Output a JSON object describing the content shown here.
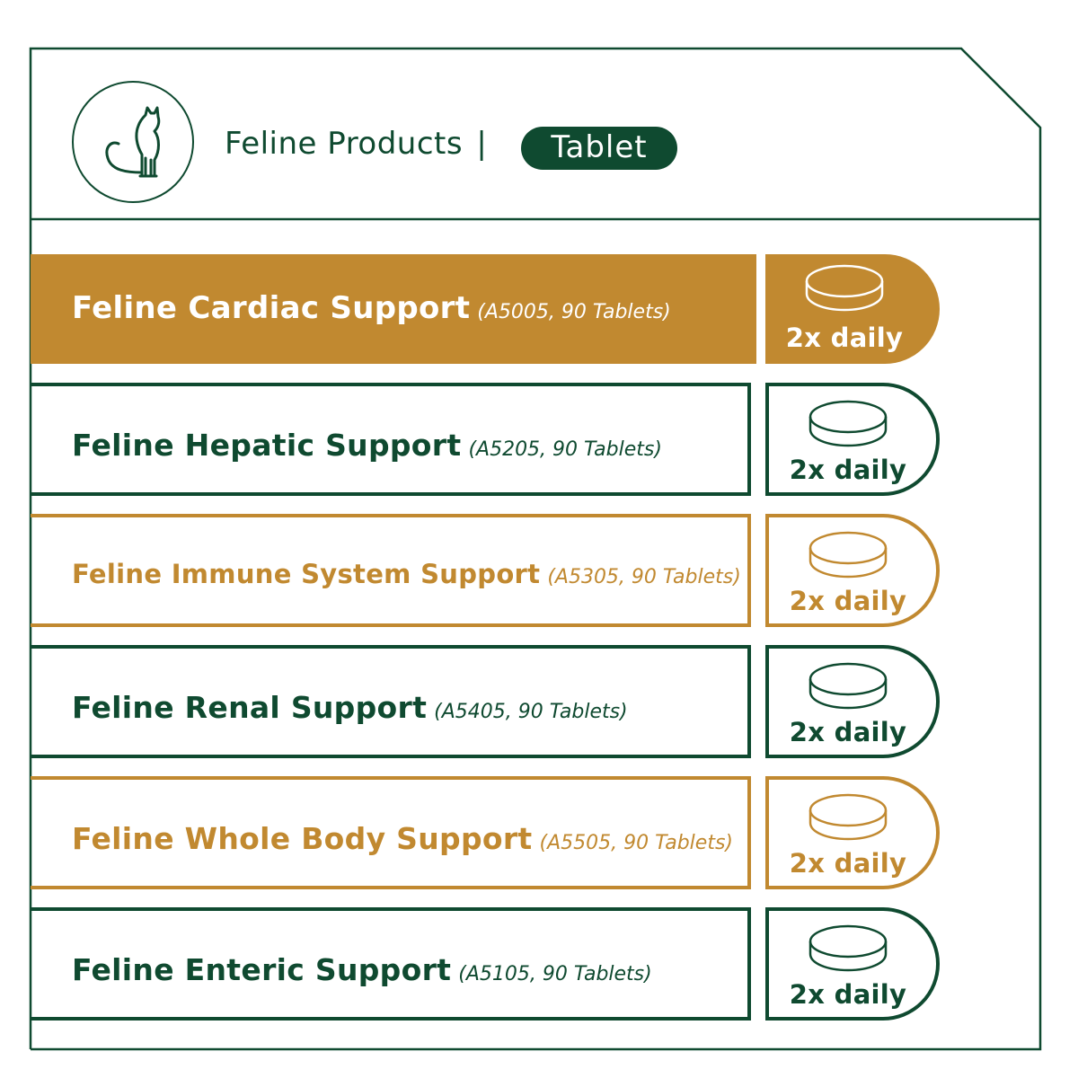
{
  "header": {
    "title": "Feline Products",
    "separator": "|",
    "badge": "Tablet"
  },
  "colors": {
    "green": "#0f4a30",
    "gold": "#c18930",
    "white": "#ffffff"
  },
  "products": [
    {
      "name": "Feline Cardiac Support",
      "code": "(A5005, 90 Tablets)",
      "dose": "2x daily",
      "style": "gold-filled"
    },
    {
      "name": "Feline Hepatic Support",
      "code": "(A5205, 90 Tablets)",
      "dose": "2x daily",
      "style": "green-outline"
    },
    {
      "name": "Feline Immune System Support",
      "code": "(A5305, 90 Tablets)",
      "dose": "2x daily",
      "style": "gold-outline"
    },
    {
      "name": "Feline Renal Support",
      "code": "(A5405, 90 Tablets)",
      "dose": "2x daily",
      "style": "green-outline"
    },
    {
      "name": "Feline Whole Body Support",
      "code": "(A5505, 90 Tablets)",
      "dose": "2x daily",
      "style": "gold-outline"
    },
    {
      "name": "Feline Enteric Support",
      "code": "(A5105, 90 Tablets)",
      "dose": "2x daily",
      "style": "green-outline"
    }
  ],
  "icons": {
    "header": "cat-icon",
    "dose": "tablet-icon"
  }
}
